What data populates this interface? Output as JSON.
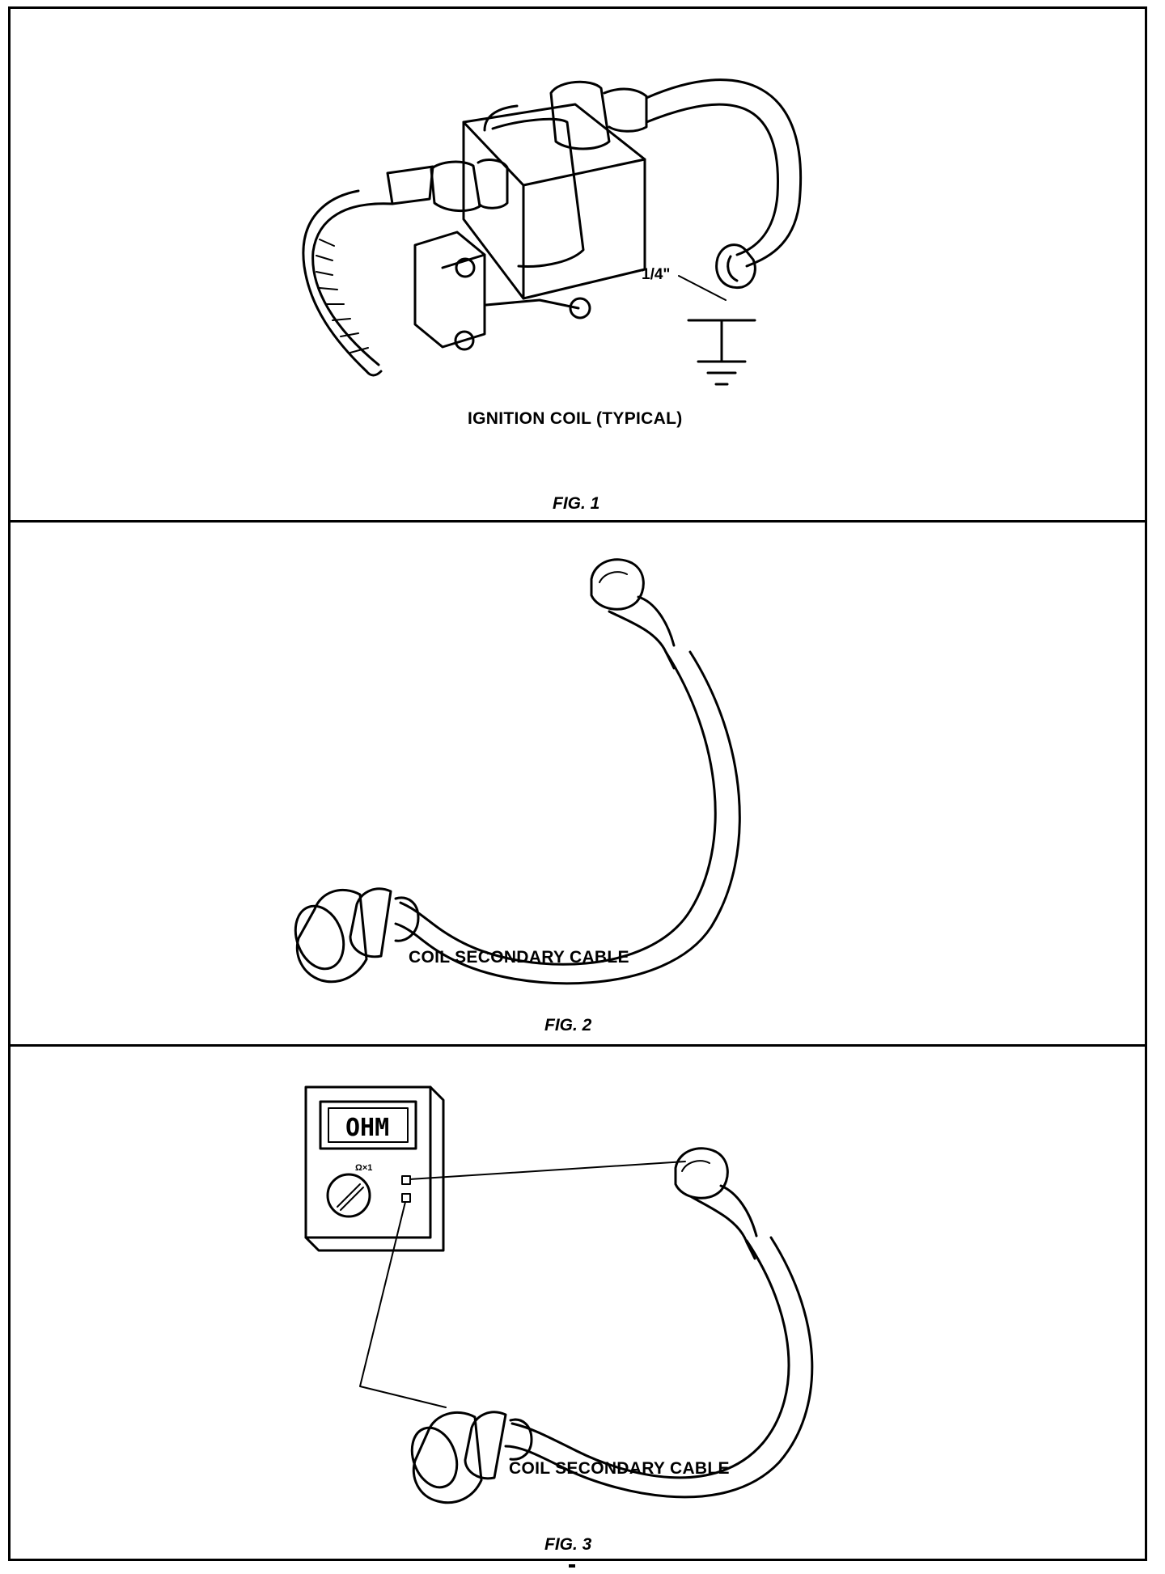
{
  "figures": [
    {
      "caption": "IGNITION COIL (TYPICAL)",
      "fig_label": "FIG. 1",
      "dimension_label": "1/4\""
    },
    {
      "caption": "COIL SECONDARY CABLE",
      "fig_label": "FIG. 2"
    },
    {
      "caption": "COIL SECONDARY CABLE",
      "fig_label": "FIG. 3",
      "meter_display": "OHM",
      "meter_range": "Ω×1"
    }
  ]
}
